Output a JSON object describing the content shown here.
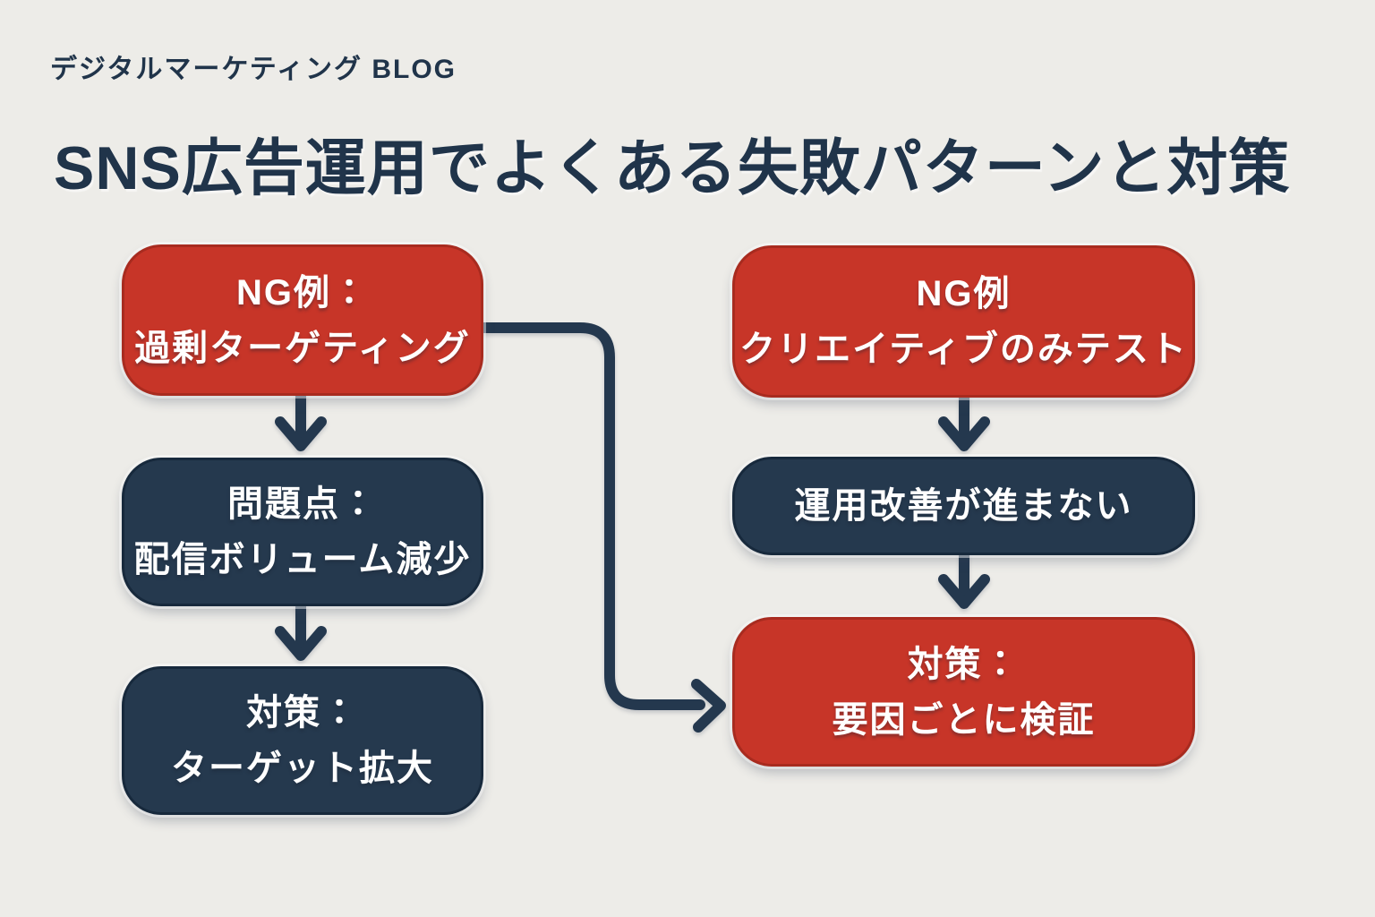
{
  "header": {
    "brand": "デジタルマーケティング BLOG"
  },
  "title": "SNS広告運用でよくある失敗パターンと対策",
  "colors": {
    "background": "#EDECE8",
    "red_node": "#C73528",
    "navy_node": "#25394E",
    "heading_ink": "#20344A",
    "connector": "#24384E",
    "node_text": "#FFFFFF"
  },
  "flow": {
    "left_column": [
      {
        "style": "red",
        "line1": "NG例：",
        "line2": "過剰ターゲティング"
      },
      {
        "style": "navy",
        "line1": "問題点：",
        "line2": "配信ボリューム減少"
      },
      {
        "style": "navy",
        "line1": "対策：",
        "line2": "ターゲット拡大"
      }
    ],
    "right_column": [
      {
        "style": "red",
        "line1": "NG例",
        "line2": "クリエイティブのみテスト"
      },
      {
        "style": "navy",
        "line1": "運用改善が進まない"
      },
      {
        "style": "red",
        "line1": "対策：",
        "line2": "要因ごとに検証"
      }
    ]
  }
}
